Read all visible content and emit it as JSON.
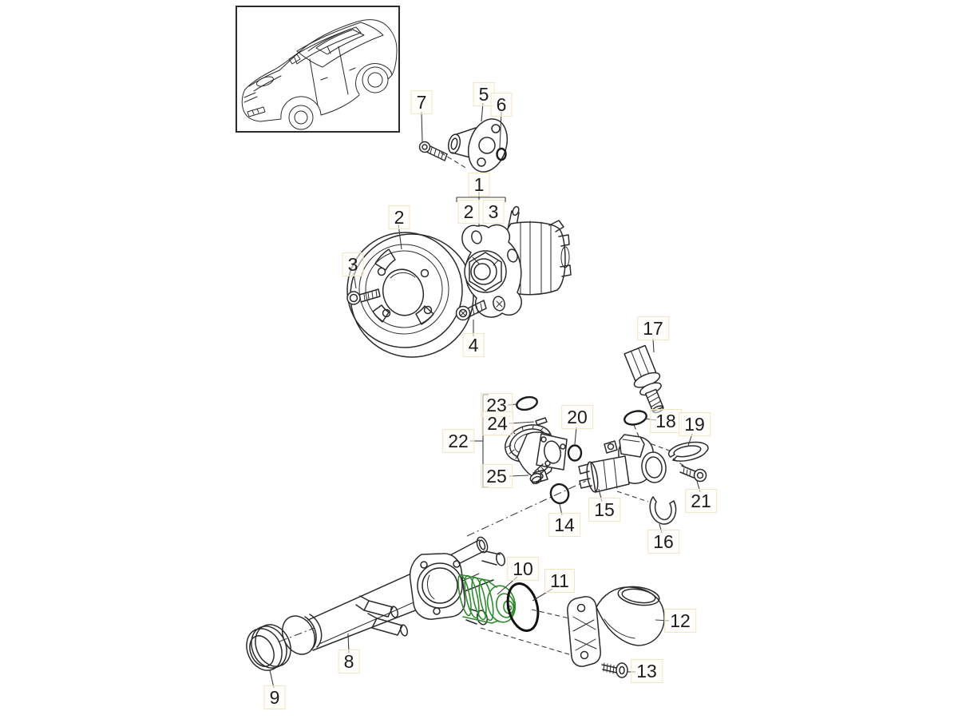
{
  "diagram": {
    "type": "exploded-parts-diagram",
    "colors": {
      "line": "#2b2b2b",
      "highlight_part": "#2e8b2e",
      "callout_box": "#f2e5c6"
    },
    "icons": {
      "vehicle_thumbnail": "suv-line-drawing"
    },
    "callouts": {
      "assembly": "1",
      "assembly_sub_left": "2",
      "assembly_sub_right": "3",
      "pulley": "2",
      "pulley_bolt": "3",
      "pump_bolt": "4",
      "flange": "5",
      "flange_oring": "6",
      "flange_bolt": "7",
      "water_pipe": "8",
      "seal_ring": "9",
      "thermostat": "10",
      "thermostat_oring": "11",
      "elbow": "12",
      "elbow_screw": "13",
      "pipe_oring": "14",
      "coupling": "15",
      "clip_lower": "16",
      "temp_sensor": "17",
      "sensor_oring": "18",
      "clip_upper": "19",
      "connector_oring": "20",
      "clip_screw": "21",
      "thermostat_housing": "22",
      "housing_oring": "23",
      "housing_clip": "24",
      "housing_bolt": "25"
    }
  }
}
